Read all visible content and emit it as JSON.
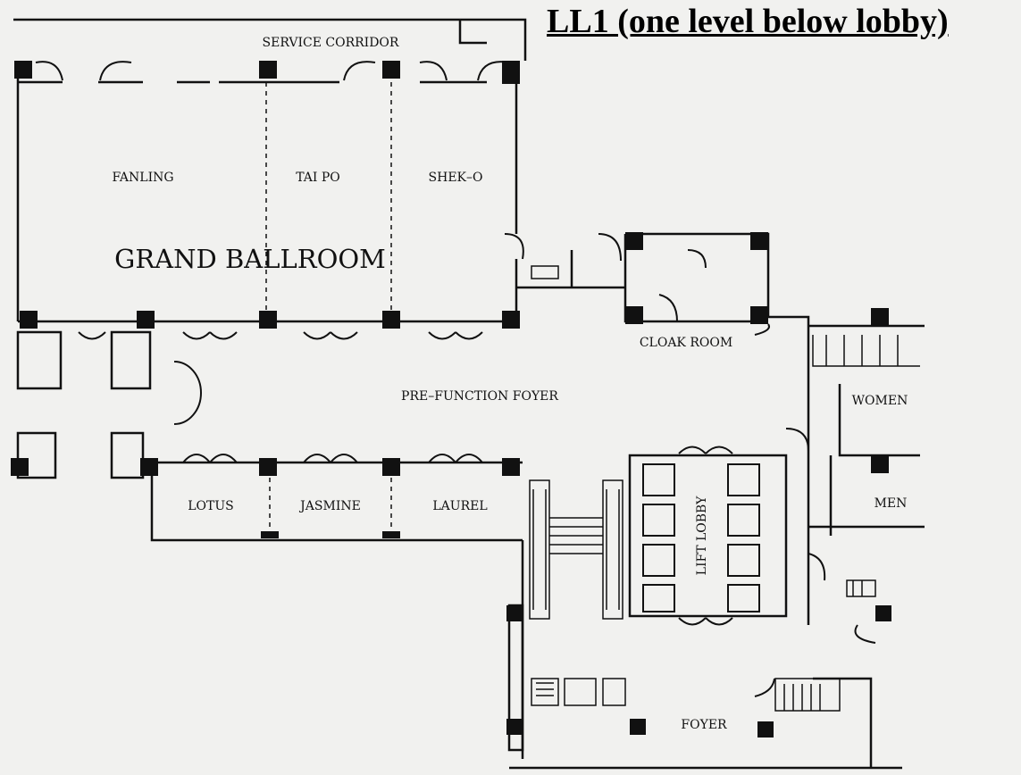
{
  "title": "LL1 (one level below lobby)",
  "rooms": {
    "service_corridor": "SERVICE CORRIDOR",
    "fanling": "FANLING",
    "tai_po": "TAI PO",
    "shek_o": "SHEK–O",
    "grand_ballroom": "GRAND BALLROOM",
    "cloak_room": "CLOAK ROOM",
    "pre_function_foyer": "PRE–FUNCTION FOYER",
    "women": "WOMEN",
    "men": "MEN",
    "lotus": "LOTUS",
    "jasmine": "JASMINE",
    "laurel": "LAUREL",
    "lift_lobby": "LIFT LOBBY",
    "foyer": "FOYER"
  }
}
